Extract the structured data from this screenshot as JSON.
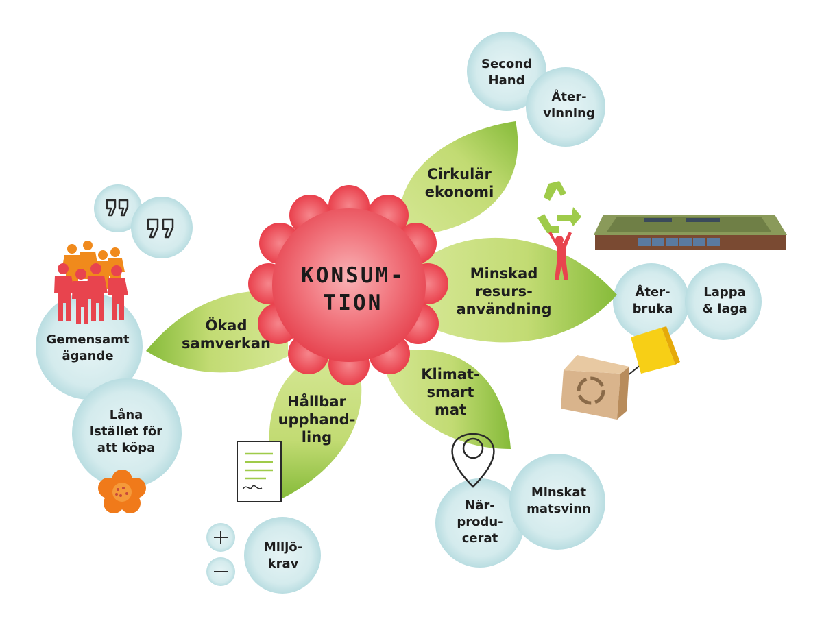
{
  "center": {
    "text": "KONSUM-\nTION"
  },
  "petals": [
    {
      "id": "cirkular",
      "text": "Cirkulär\nekonomi"
    },
    {
      "id": "minskad",
      "text": "Minskad\nresurs-\nanvändning"
    },
    {
      "id": "klimat",
      "text": "Klimat-\nsmart\nmat"
    },
    {
      "id": "hallbar",
      "text": "Hållbar\nupphand-\nling"
    },
    {
      "id": "okad",
      "text": "Ökad\nsamverkan"
    }
  ],
  "bubbles": [
    {
      "id": "second-hand",
      "text": "Second\nHand"
    },
    {
      "id": "atervinning",
      "text": "Åter-\nvinning"
    },
    {
      "id": "aterbruka",
      "text": "Åter-\nbruka"
    },
    {
      "id": "lappa",
      "text": "Lappa\n& laga"
    },
    {
      "id": "narproducerat",
      "text": "När-\nprodu-\ncerat"
    },
    {
      "id": "minskat-matsvinn",
      "text": "Minskat\nmatsvinn"
    },
    {
      "id": "miljokrav",
      "text": "Miljö-\nkrav"
    },
    {
      "id": "gemensamt",
      "text": "Gemensamt\nägande"
    },
    {
      "id": "lana",
      "text": "Låna\nistället för\natt köpa"
    }
  ],
  "colors": {
    "petal_light": "#d2e58f",
    "petal_dark": "#8cbf3d",
    "flower": "#ef4f5f",
    "flower_light": "#f8a4aa",
    "bubble": "#cfe8ea",
    "people_red": "#e8444e",
    "people_orange": "#f08a1c",
    "box": "#d9b48c",
    "lamp": "#f7cf16"
  },
  "icons": [
    "quote-icon",
    "recycle-icon",
    "building-icon",
    "box-recycle-icon",
    "lamp-icon",
    "location-pin-icon",
    "document-icon",
    "plus-icon",
    "minus-icon",
    "people-icon",
    "flower-icon"
  ]
}
